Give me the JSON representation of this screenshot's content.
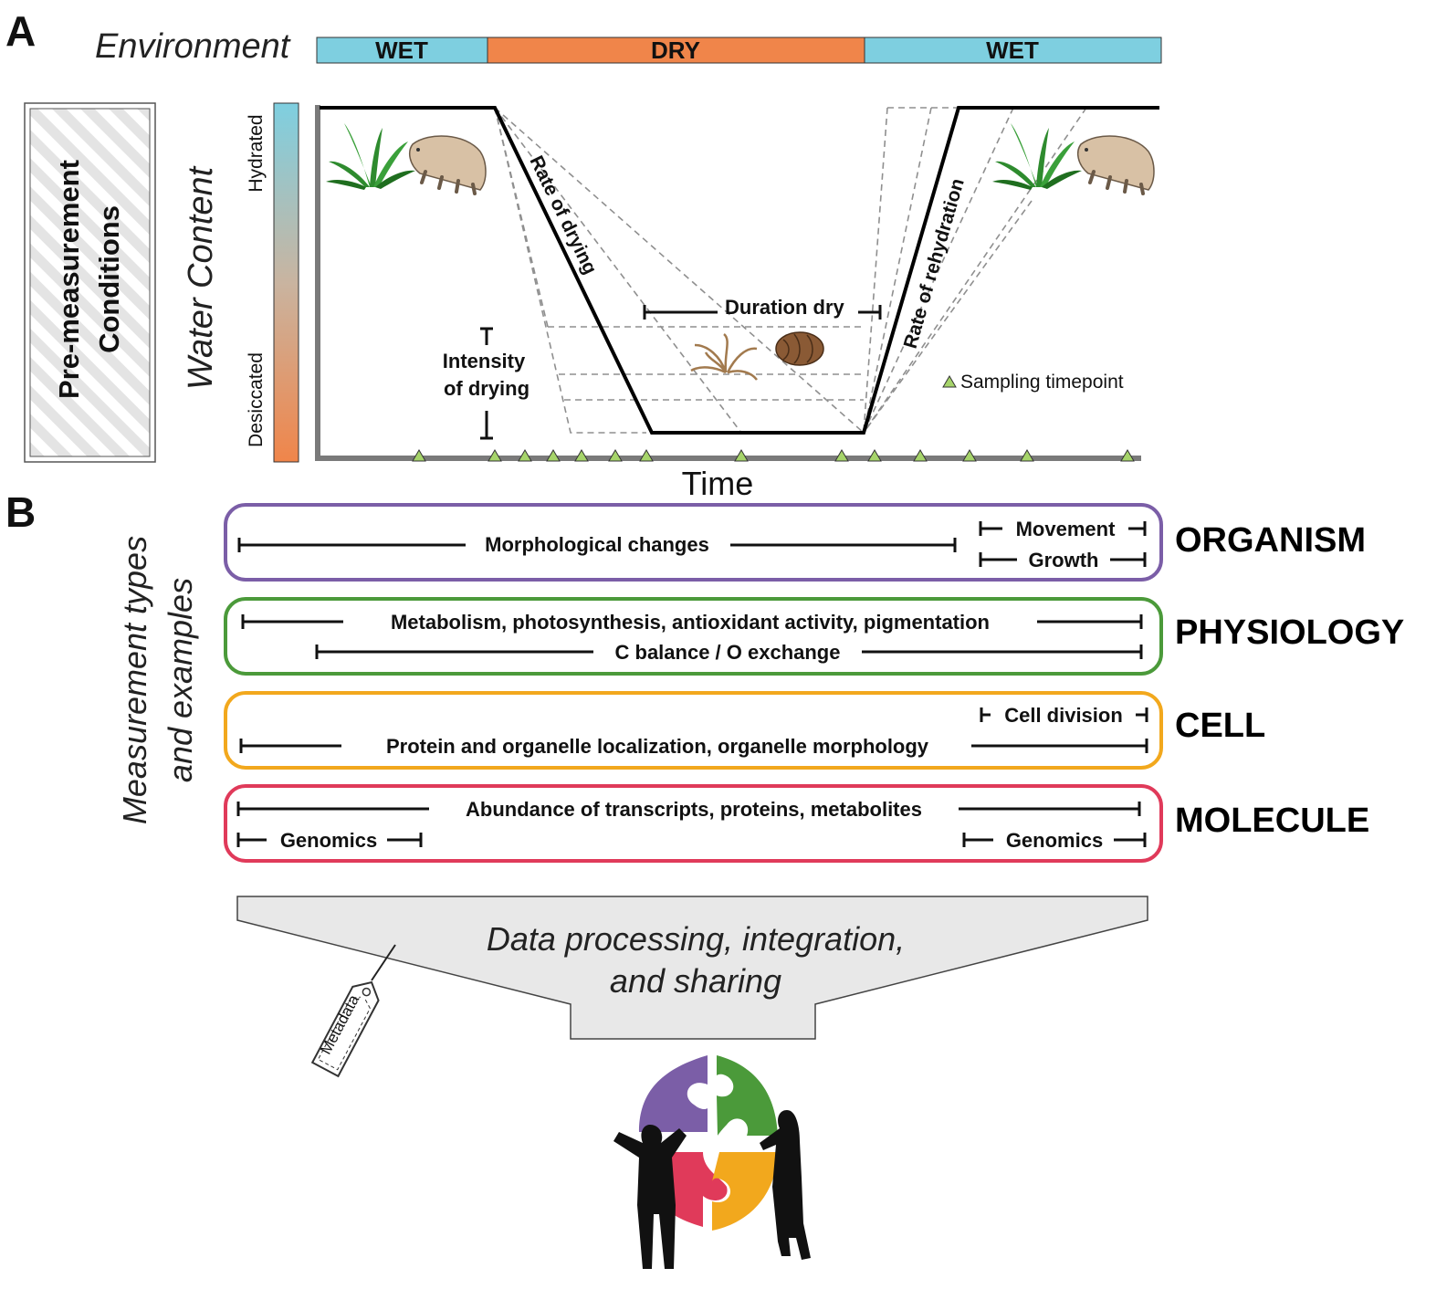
{
  "panels": {
    "a": "A",
    "b": "B"
  },
  "environment": {
    "label": "Environment",
    "segments": [
      {
        "label": "WET",
        "color": "#7ecfe0"
      },
      {
        "label": "DRY",
        "color": "#f0854a"
      },
      {
        "label": "WET",
        "color": "#7ecfe0"
      }
    ]
  },
  "premeasurement": {
    "line1": "Pre-measurement",
    "line2": "Conditions"
  },
  "water_axis": {
    "label": "Water Content",
    "top": "Hydrated",
    "bottom": "Desiccated",
    "gradient_top": "#7ecfe0",
    "gradient_bottom": "#f0854a"
  },
  "time_label": "Time",
  "annotations": {
    "rate_drying": "Rate of drying",
    "rate_rehydration": "Rate of rehydration",
    "duration_dry": "Duration dry",
    "intensity_1": "Intensity",
    "intensity_2": "of drying",
    "sampling": "Sampling timepoint"
  },
  "sampling_color": "#a6d46a",
  "measurement_axis": {
    "line1": "Measurement types",
    "line2": "and examples"
  },
  "levels": [
    {
      "name": "ORGANISM",
      "color": "#7b5ea7",
      "items": [
        "Morphological changes",
        "Movement",
        "Growth"
      ]
    },
    {
      "name": "PHYSIOLOGY",
      "color": "#4b9a3a",
      "items": [
        "Metabolism, photosynthesis, antioxidant activity, pigmentation",
        "C balance / O exchange"
      ]
    },
    {
      "name": "CELL",
      "color": "#f2a81d",
      "items": [
        "Cell division",
        "Protein and organelle localization, organelle morphology"
      ]
    },
    {
      "name": "MOLECULE",
      "color": "#e03a5a",
      "items": [
        "Abundance of transcripts, proteins, metabolites",
        "Genomics",
        "Genomics"
      ]
    }
  ],
  "funnel": {
    "line1": "Data processing, integration,",
    "line2": "and sharing"
  },
  "tag": "Metadata",
  "puzzle_colors": {
    "purple": "#7b5ea7",
    "green": "#4b9a3a",
    "red": "#e03a5a",
    "yellow": "#f2a81d"
  }
}
